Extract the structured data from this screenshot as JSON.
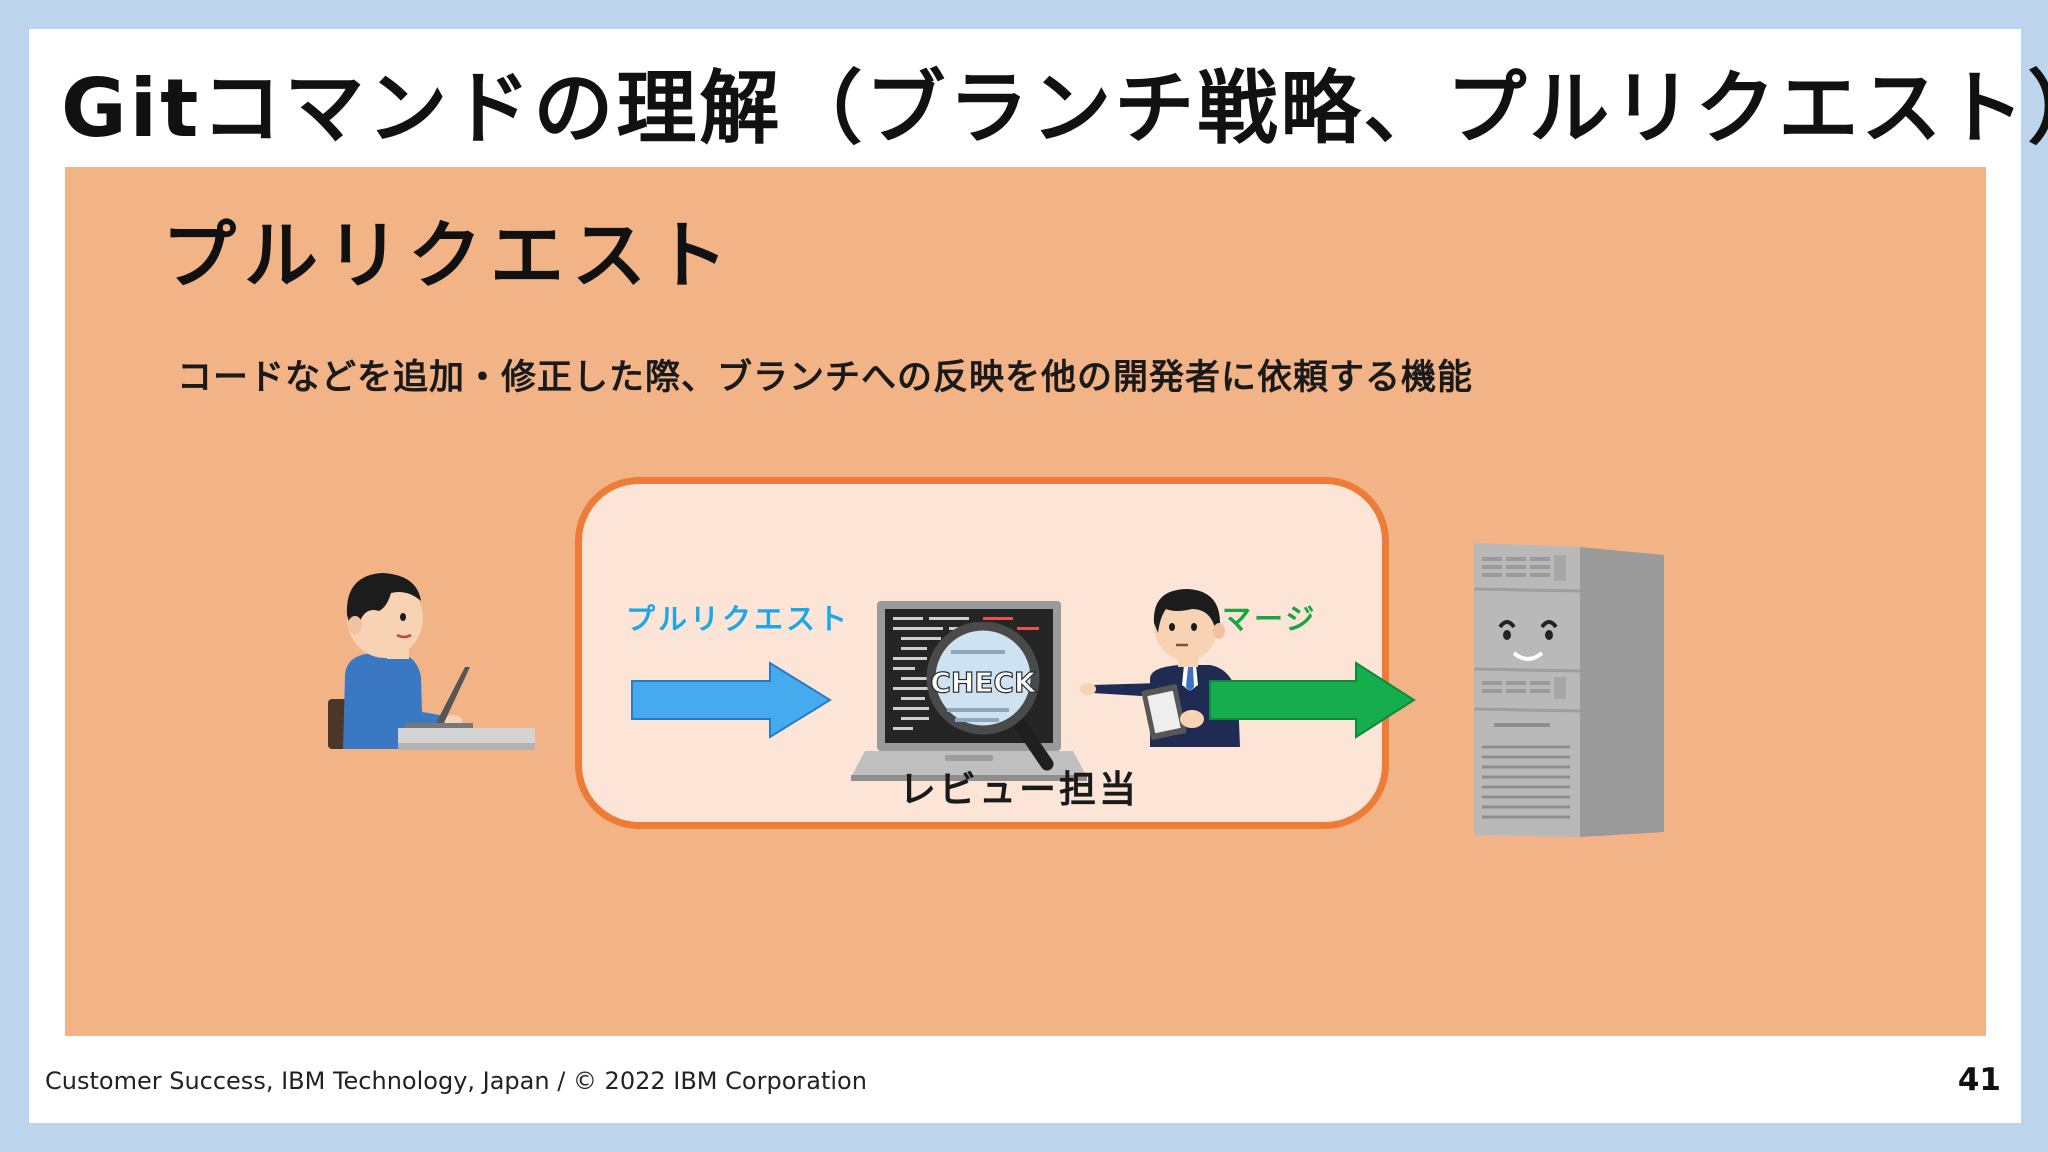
{
  "slide": {
    "title": "Gitコマンドの理解（ブランチ戦略、プルリクエスト）",
    "subtitle": "プルリクエスト",
    "description": "コードなどを追加・修正した際、ブランチへの反映を他の開発者に依頼する機能"
  },
  "diagram": {
    "pull_request_label": "プルリクエスト",
    "merge_label": "マージ",
    "reviewer_label": "レビュー担当",
    "check_text": "CHECK",
    "icons": [
      "developer-at-laptop-illustration",
      "laptop-code-icon",
      "magnifier-icon",
      "reviewer-person-illustration",
      "server-tower-illustration",
      "arrow-right-icon"
    ],
    "colors": {
      "pull_request_arrow": "#45aaee",
      "merge_arrow": "#15ad4d",
      "review_box_border": "#ec7c37",
      "review_box_fill": "#fce4d7",
      "panel_fill": "#f2b387"
    }
  },
  "footer": {
    "credit": "Customer Success, IBM Technology, Japan / © 2022 IBM Corporation",
    "page_number": "41"
  }
}
